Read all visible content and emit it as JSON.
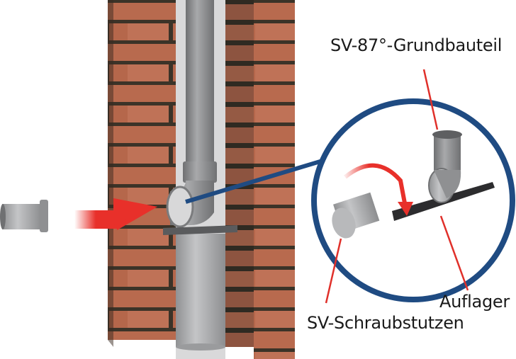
{
  "labels": {
    "grundbauteil": "SV-87°-Grundbauteil",
    "auflager": "Auflager",
    "schraubstutzen": "SV-Schraubstutzen"
  },
  "colors": {
    "brick": "#b86a4e",
    "mortar": "#3b3328",
    "pipe": "#8f9092",
    "circle": "#1f4b82",
    "arrow": "#e8302a",
    "leader": "#e0302a"
  }
}
